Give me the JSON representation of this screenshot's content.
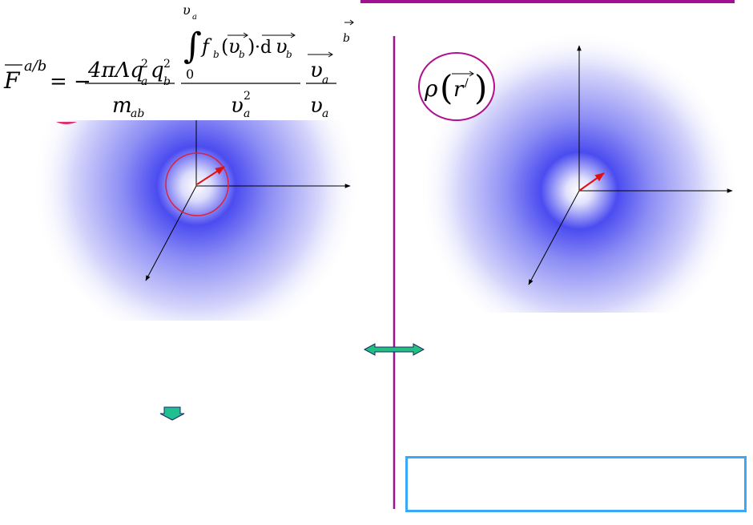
{
  "formula": {
    "lhs_symbol": "F",
    "lhs_superscript": "a/b",
    "equals": "= −",
    "numerator": "4πΛq",
    "sub_a": "a",
    "sub_b": "b",
    "sup_2": "2",
    "denominator": "m",
    "denominator_sub": "ab",
    "integrand": "f",
    "integrand_sub": "b",
    "velocity": "υ",
    "dot_d": "·d",
    "lower_limit": "0",
    "upper_limit": "υ",
    "v_over_v_num": "υ",
    "v_over_v_den": "υ",
    "truncated_sub": "b"
  },
  "rho_label": {
    "symbol": "ρ",
    "argument": "r",
    "prime": "/"
  },
  "colors": {
    "divider": "#a0118f",
    "title_bar": "#a0118f",
    "red_circle": "#e0203a",
    "arrow_red": "#e01010",
    "glow": "#3a3cf0",
    "double_arrow_fill": "#20c080",
    "down_arrow_fill": "#20c090",
    "box_border": "#3aa8f5"
  },
  "icons": {
    "double_arrow": "double-headed-arrow-icon",
    "down_arrow": "down-arrow-icon"
  }
}
